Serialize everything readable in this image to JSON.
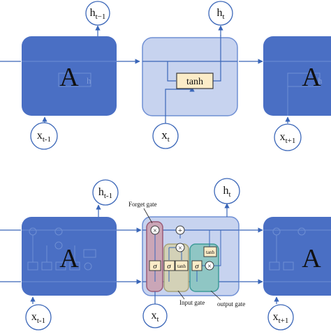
{
  "colors": {
    "cell_dark": "#4a6fc4",
    "cell_light": "#c7d3ef",
    "arrow": "#3a66b8",
    "forget_gate": "#caa6b7",
    "input_gate": "#d3d1b7",
    "output_gate": "#8fc6c4",
    "op_box": "#fbecc8",
    "op_circle": "#ffffff"
  },
  "top_row": {
    "cell_left_label": "A",
    "cell_left_ghost": "h",
    "cell_right_label": "A",
    "cell_right_ghost": "h",
    "tanh_label": "tanh",
    "output_left": {
      "base": "h",
      "sub": "t−1"
    },
    "output_mid": {
      "base": "h",
      "sub": "t"
    },
    "input_left": {
      "base": "x",
      "sub": "t-1"
    },
    "input_mid": {
      "base": "x",
      "sub": "t"
    },
    "input_right": {
      "base": "x",
      "sub": "t+1"
    }
  },
  "bottom_row": {
    "cell_left_label": "A",
    "cell_right_label": "A",
    "gate_forget_label": "Forget gate",
    "gate_input_label": "Input gate",
    "gate_output_label": "output gate",
    "sigma_symbol": "σ",
    "tanh_label": "tanh",
    "times_symbol": "×",
    "plus_symbol": "+",
    "output_left": {
      "base": "h",
      "sub": "t-1"
    },
    "output_mid": {
      "base": "h",
      "sub": "t"
    },
    "input_left": {
      "base": "x",
      "sub": "t-1"
    },
    "input_mid": {
      "base": "x",
      "sub": "t"
    },
    "input_right": {
      "base": "x",
      "sub": "t+1"
    }
  }
}
